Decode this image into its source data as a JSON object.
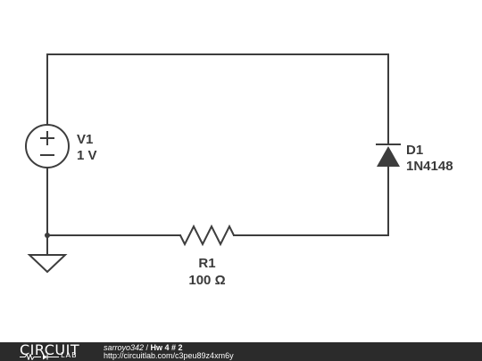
{
  "components": {
    "v1": {
      "name": "V1",
      "value": "1 V"
    },
    "d1": {
      "name": "D1",
      "value": "1N4148"
    },
    "r1": {
      "name": "R1",
      "value": "100 Ω"
    }
  },
  "footer": {
    "logo_text": "CIRCUIT",
    "logo_sub": "LAB",
    "author": "sarroyo342",
    "separator": " / ",
    "title": "Hw 4 # 2",
    "url": "http://circuitlab.com/c3peu89z4xm6y"
  }
}
